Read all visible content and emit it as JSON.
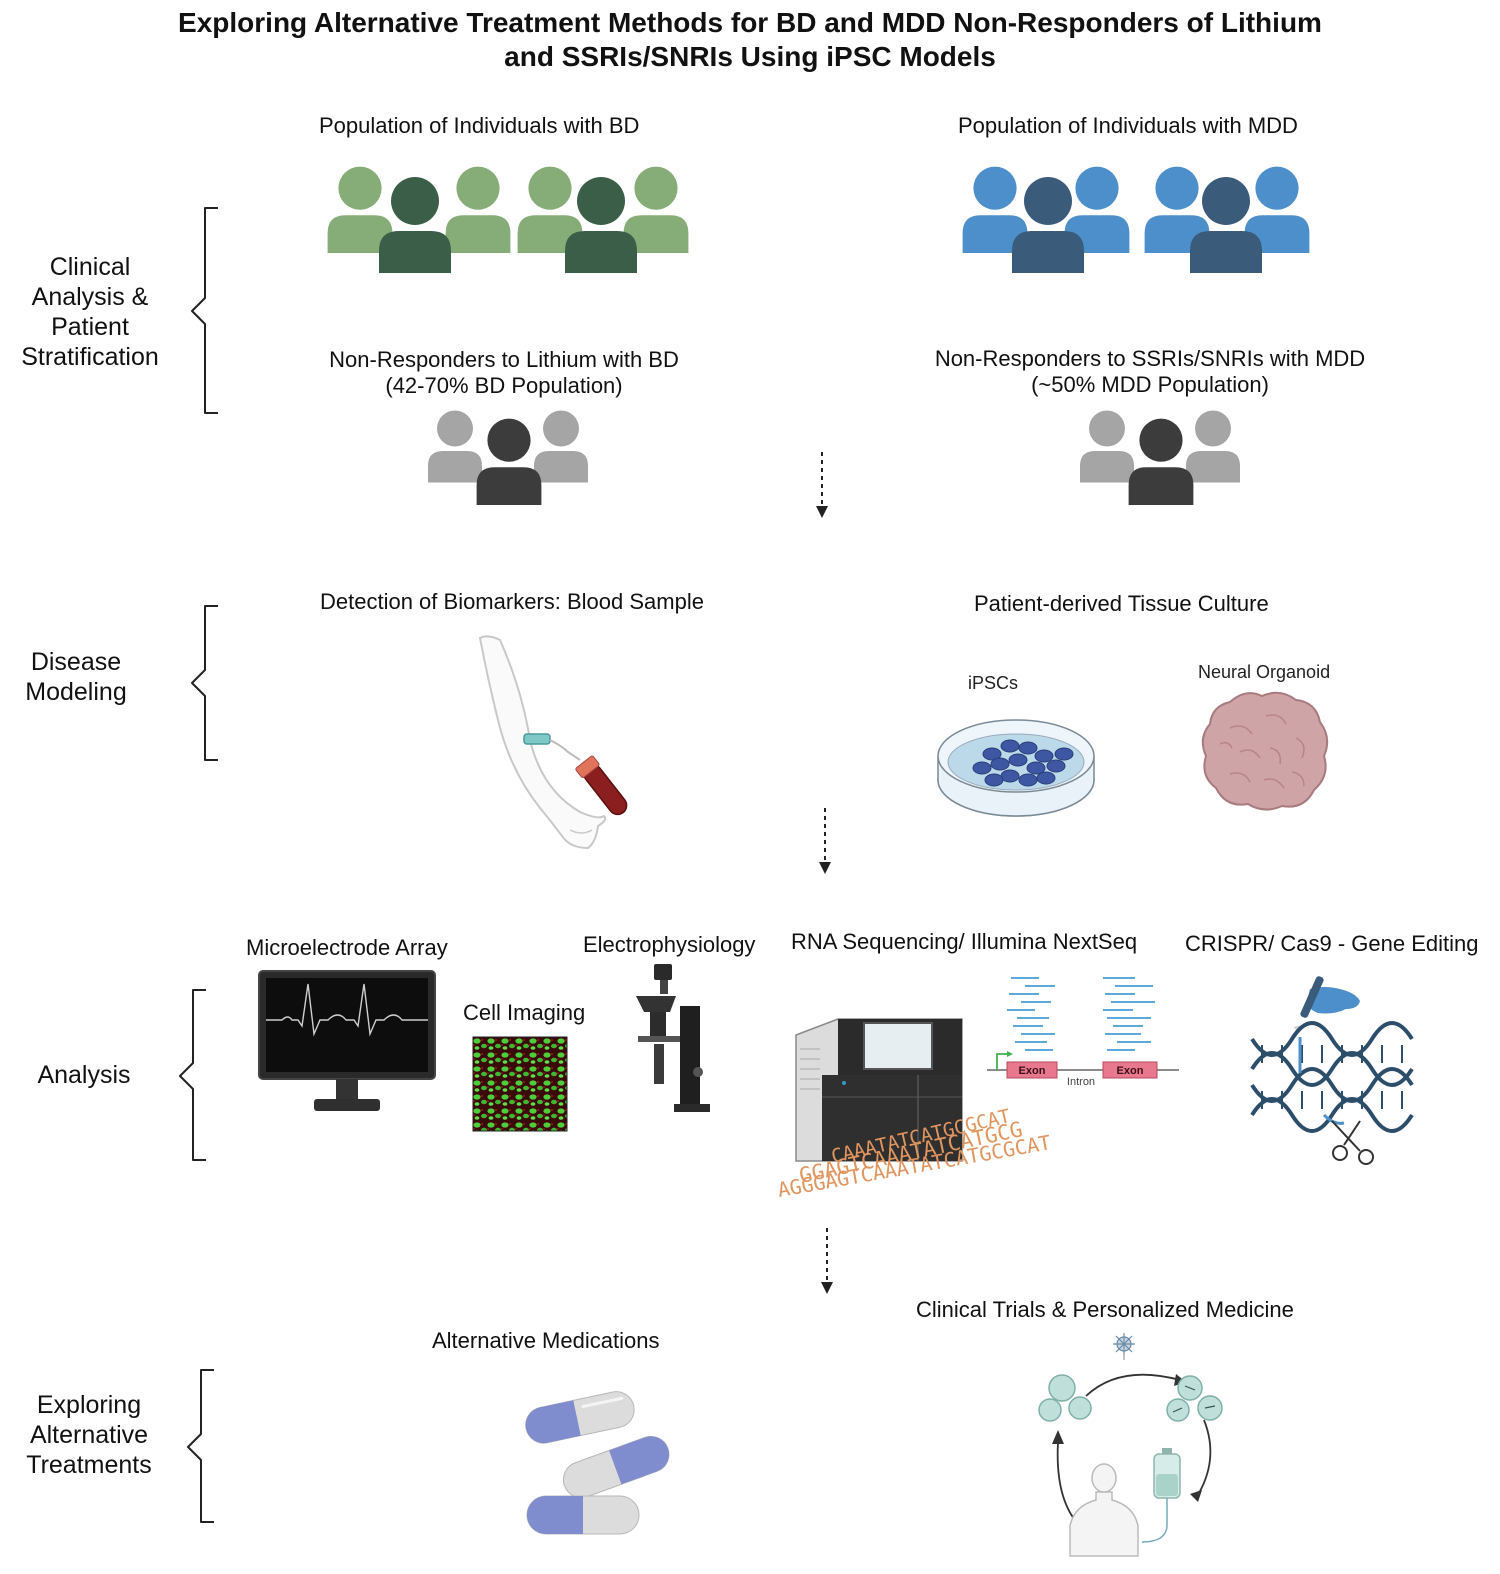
{
  "title": {
    "line1": "Exploring Alternative Treatment Methods for BD and MDD Non-Responders of Lithium",
    "line2": "and SSRIs/SNRIs Using iPSC Models"
  },
  "stages": {
    "clinical": [
      "Clinical",
      "Analysis &",
      "Patient",
      "Stratification"
    ],
    "modeling": [
      "Disease",
      "Modeling"
    ],
    "analysis": [
      "Analysis"
    ],
    "treatments": [
      "Exploring",
      "Alternative",
      "Treatments"
    ]
  },
  "clinical": {
    "bd_population": "Population of Individuals with BD",
    "mdd_population": "Population of Individuals with MDD",
    "bd_nonresp_line1": "Non-Responders to Lithium with BD",
    "bd_nonresp_line2": "(42-70% BD Population)",
    "mdd_nonresp_line1": "Non-Responders to SSRIs/SNRIs with MDD",
    "mdd_nonresp_line2": "(~50% MDD Population)"
  },
  "modeling": {
    "biomarkers": "Detection of Biomarkers: Blood Sample",
    "tissue_culture": "Patient-derived Tissue Culture",
    "ipscs": "iPSCs",
    "organoid": "Neural Organoid"
  },
  "analysis": {
    "mea": "Microelectrode Array",
    "cell_imaging": "Cell Imaging",
    "ephys": "Electrophysiology",
    "rna_seq": "RNA Sequencing/ Illumina NextSeq",
    "crispr": "CRISPR/ Cas9 - Gene Editing",
    "exon": "Exon",
    "intron": "Intron",
    "sequence_1": "CAAATATCATGCGCAT",
    "sequence_2": "GGAGTCAAATATCATGCG",
    "sequence_3": "AGGGAGTCAAATATCATGCGCAT"
  },
  "treatments": {
    "medications": "Alternative Medications",
    "trials": "Clinical Trials & Personalized Medicine"
  },
  "colors": {
    "bd_light": "#86ad78",
    "bd_dark": "#3b5e49",
    "mdd_light": "#4d8fcb",
    "mdd_dark": "#3a5b7a",
    "nonresp_light": "#a5a5a5",
    "nonresp_dark": "#3c3c3c",
    "dish_cell": "#3d57a3",
    "organoid": "#cfa4a6",
    "capsule_blue": "#7f8ccd",
    "dna": "#2c4e6b",
    "sequence": "#e0955f"
  },
  "icons": [
    "people-group-icon",
    "blood-draw-arm-icon",
    "petri-dish-icon",
    "neural-organoid-icon",
    "monitor-icon",
    "microscope-icon",
    "sequencer-icon",
    "dna-icon",
    "scissors-icon",
    "pill-capsule-icon",
    "patient-icon",
    "iv-bag-icon",
    "virus-icon"
  ]
}
